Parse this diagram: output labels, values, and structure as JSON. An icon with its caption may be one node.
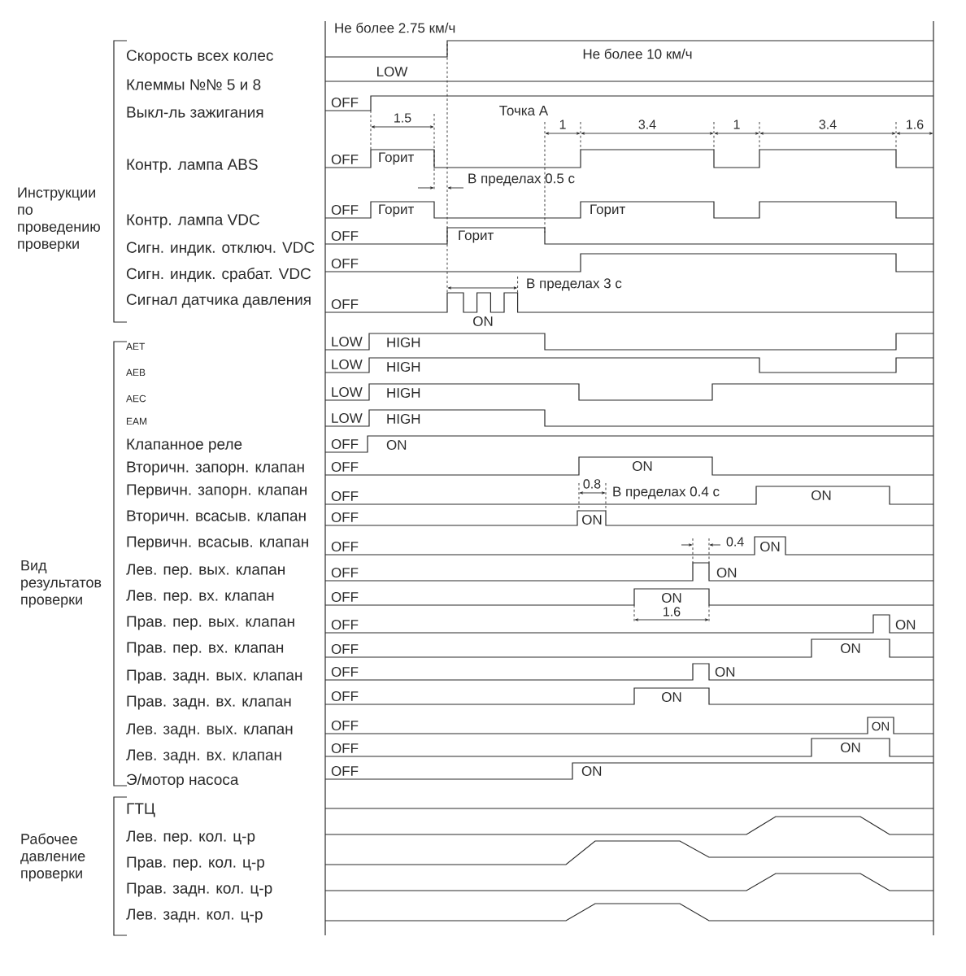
{
  "diagram": {
    "labels": [
      "Не более 2.75 км/ч",
      "Скорость всех колес",
      "Не более 10 км/ч",
      "Клеммы №№ 5 и 8",
      "LOW",
      "Выкл-ль зажигания",
      "OFF",
      "Точка А",
      "1.5",
      "1",
      "3.4",
      "1",
      "3.4",
      "1.6",
      "Контр. лампа ABS",
      "OFF",
      "Горит",
      "В пределах 0.5 с",
      "Инструкции по проведению проверки",
      "Контр. лампа VDC",
      "OFF",
      "Горит",
      "Горит",
      "Сигн. индик. отключ. VDC",
      "OFF",
      "Горит",
      "Сигн. индик. срабат. VDC",
      "OFF",
      "В пределах 3 с",
      "Сигнал датчика давления",
      "OFF",
      "ON",
      "AET",
      "LOW",
      "HIGH",
      "AEB",
      "LOW",
      "HIGH",
      "AEC",
      "LOW",
      "HIGH",
      "EAM",
      "LOW",
      "HIGH",
      "Клапанное реле",
      "OFF",
      "ON",
      "Вторичн. запорн. клапан",
      "OFF",
      "ON",
      "0.8",
      "Первичн. запорн. клапан",
      "OFF",
      "В пределах 0.4 с",
      "ON",
      "Вторичн. всасыв. клапан",
      "OFF",
      "ON",
      "0.4",
      "Первичн. всасыв. клапан",
      "OFF",
      "ON",
      "Вид результатов проверки",
      "Лев. пер. вых. клапан",
      "OFF",
      "ON",
      "Лев. пер. вх. клапан",
      "OFF",
      "ON",
      "1.6",
      "Прав. пер. вых. клапан",
      "OFF",
      "ON",
      "Прав. пер. вх. клапан",
      "OFF",
      "ON",
      "Прав. задн. вых. клапан",
      "OFF",
      "ON",
      "Прав. задн. вх. клапан",
      "OFF",
      "ON",
      "Лев. задн. вых. клапан",
      "OFF",
      "ON",
      "Лев. задн. вх. клапан",
      "OFF",
      "ON",
      "Э/мотор насоса",
      "OFF",
      "ON",
      "ГТЦ",
      "Рабочее давление проверки",
      "Лев. пер. кол. ц-р",
      "Прав. пер. кол. ц-р",
      "Прав. задн. кол. ц-р",
      "Лев. задн. кол. ц-р"
    ]
  }
}
